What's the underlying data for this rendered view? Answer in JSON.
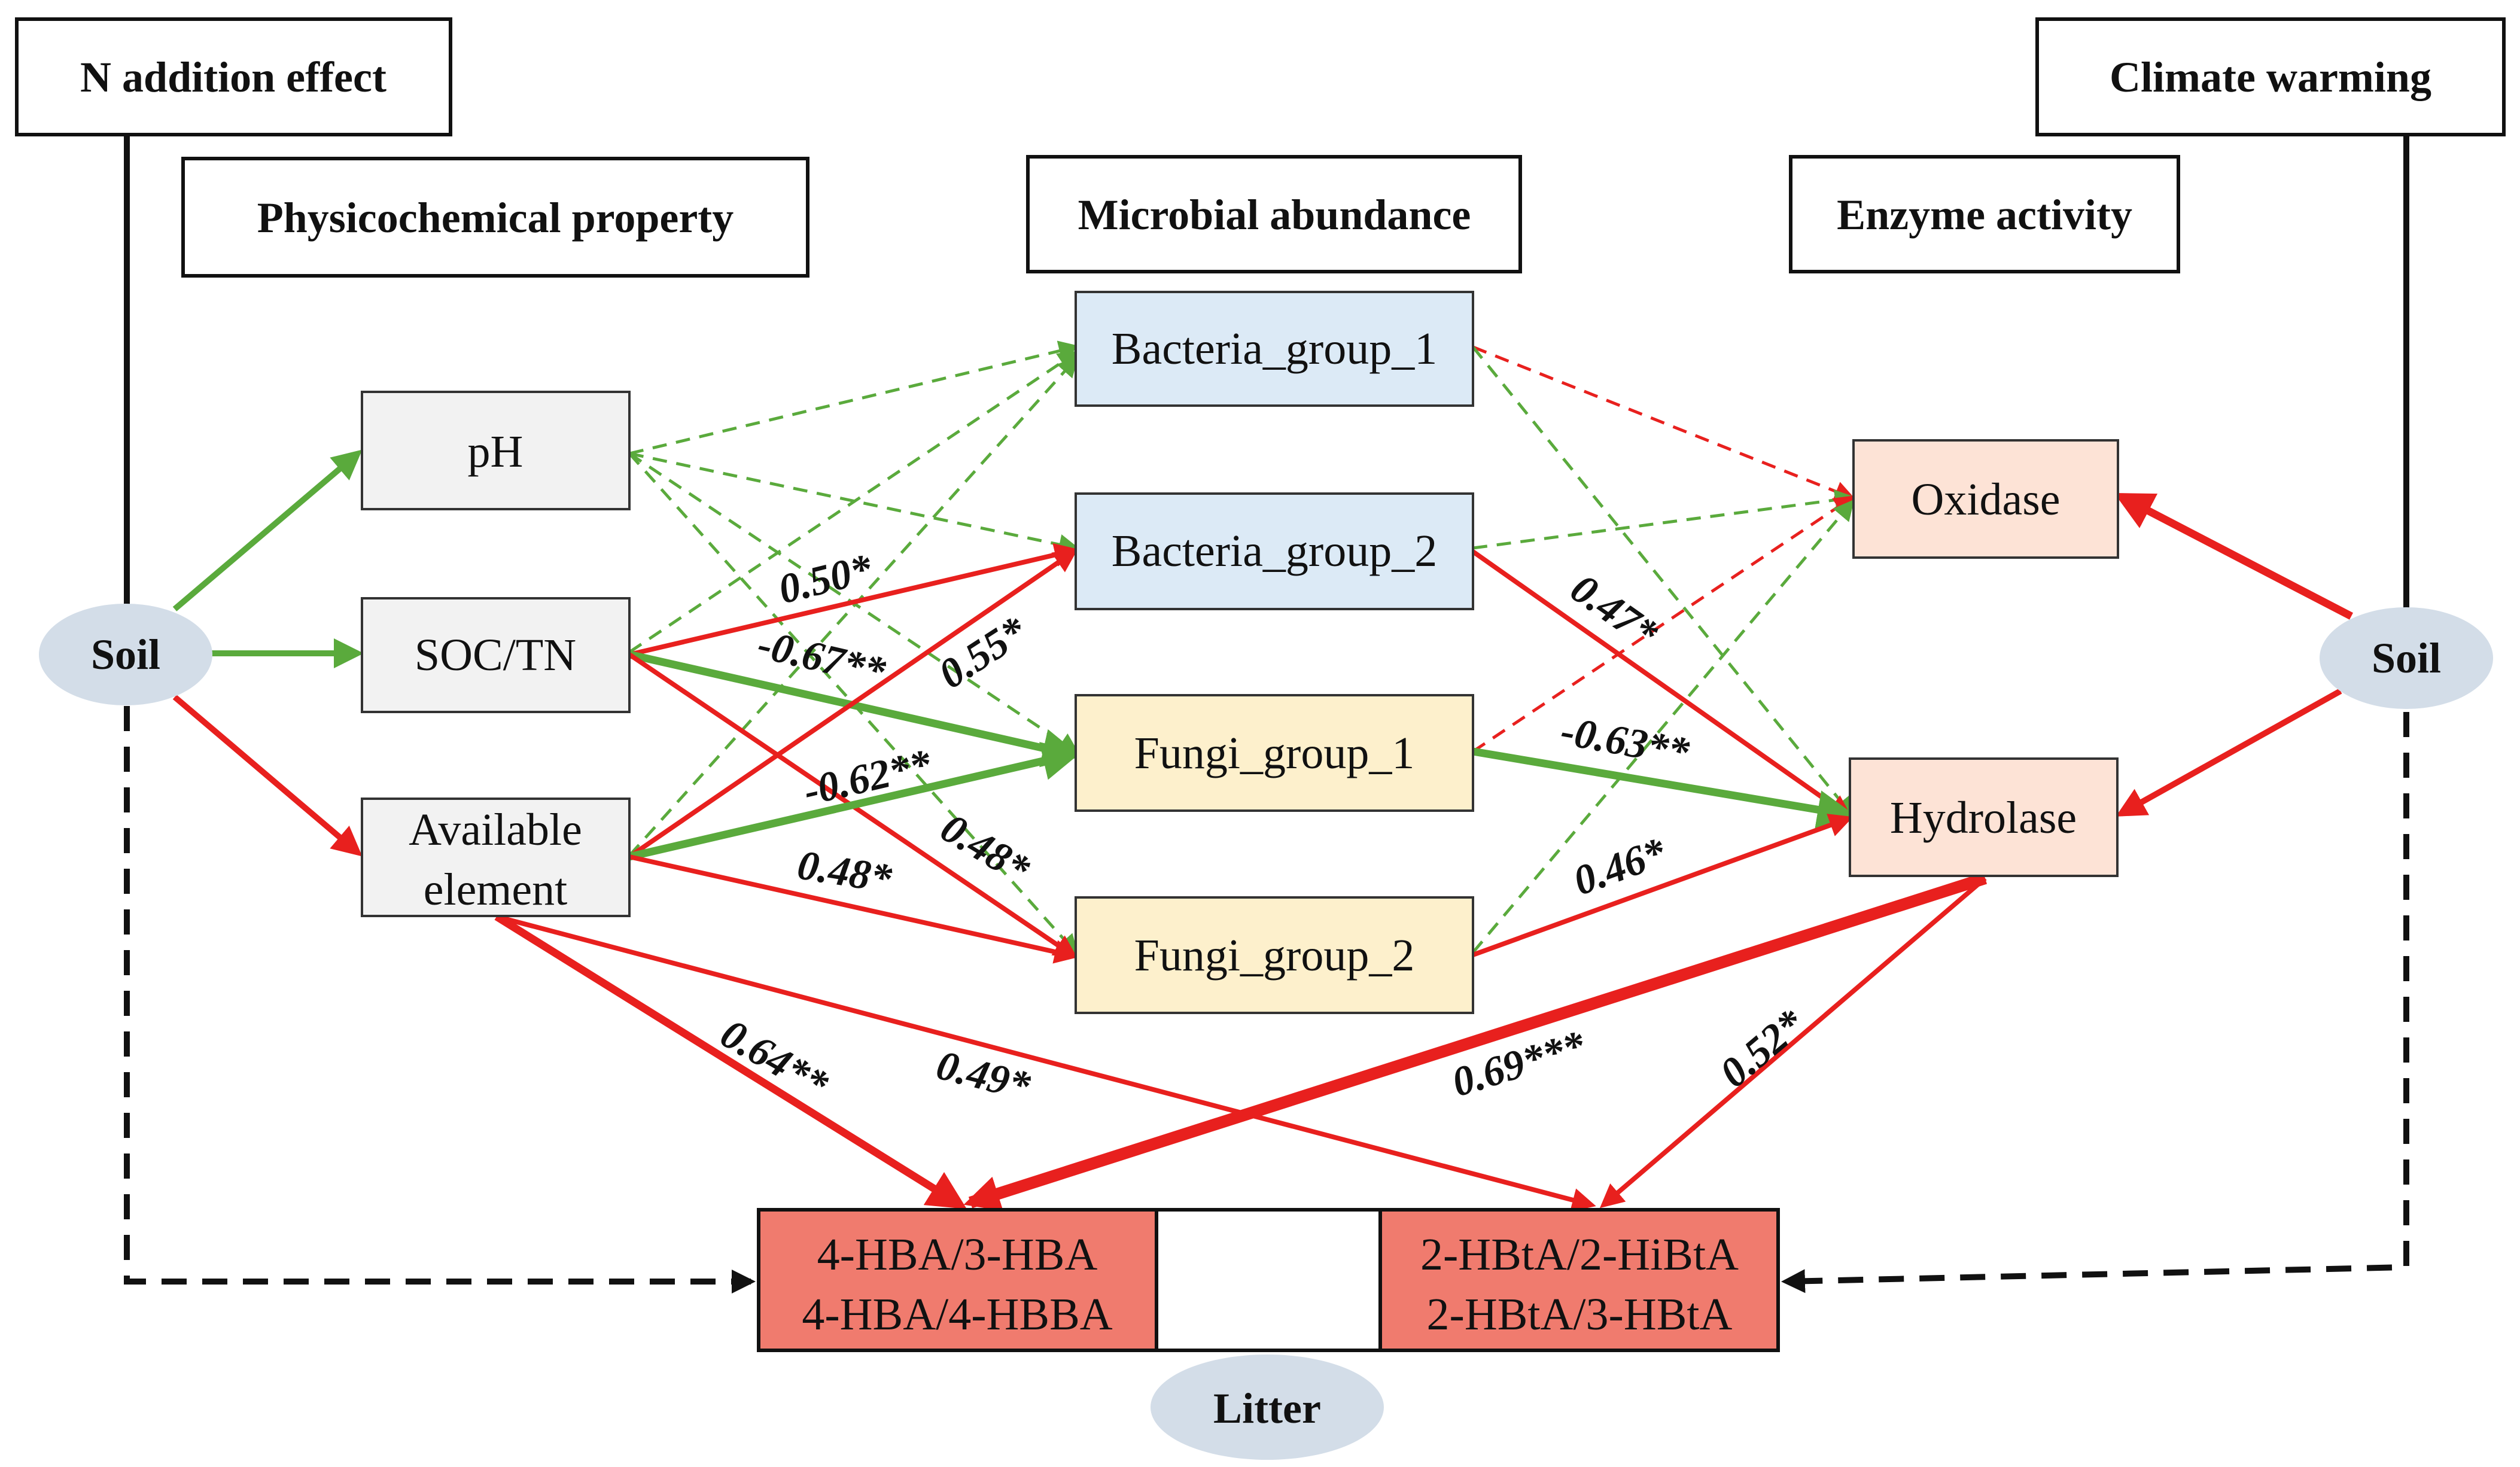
{
  "headers": {
    "n_addition": "N addition effect",
    "climate_warming": "Climate warming",
    "physicochemical": "Physicochemical property",
    "microbial": "Microbial abundance",
    "enzyme": "Enzyme activity"
  },
  "nodes": {
    "soil_left": "Soil",
    "soil_right": "Soil",
    "litter": "Litter",
    "ph": "pH",
    "soc_tn": "SOC/TN",
    "available_line1": "Available",
    "available_line2": "element",
    "bacteria_1": "Bacteria_group_1",
    "bacteria_2": "Bacteria_group_2",
    "fungi_1": "Fungi_group_1",
    "fungi_2": "Fungi_group_2",
    "oxidase": "Oxidase",
    "hydrolase": "Hydrolase",
    "litter_left_line1": "4-HBA/3-HBA",
    "litter_left_line2": "4-HBA/4-HBBA",
    "litter_right_line1": "2-HBtA/2-HiBtA",
    "litter_right_line2": "2-HBtA/3-HBtA"
  },
  "coefficients": {
    "avail_bact2": "0.50*",
    "soc_fungi1": "-0.67**",
    "avail_bact2_b": "0.55*",
    "avail_fungi1": "-0.62**",
    "avail_fungi2": "0.48*",
    "soc_fungi2": "0.48*",
    "bact2_hydro": "0.47*",
    "fungi1_hydro": "-0.63**",
    "fungi2_hydro": "0.46*",
    "avail_litterL": "0.64**",
    "avail_litterR": "0.49*",
    "hydro_litterL": "0.69***",
    "hydro_litterR": "0.52*"
  },
  "colors": {
    "positive": "#e8201e",
    "negative": "#5aaa3c",
    "neutral": "#111111",
    "bacteria_fill": "#dceaf6",
    "fungi_fill": "#fdf0cc",
    "enzyme_fill": "#fde3d6",
    "physico_fill": "#f2f2f2",
    "litter_fill": "#f07b6e",
    "ellipse_fill": "#d3dde8"
  }
}
